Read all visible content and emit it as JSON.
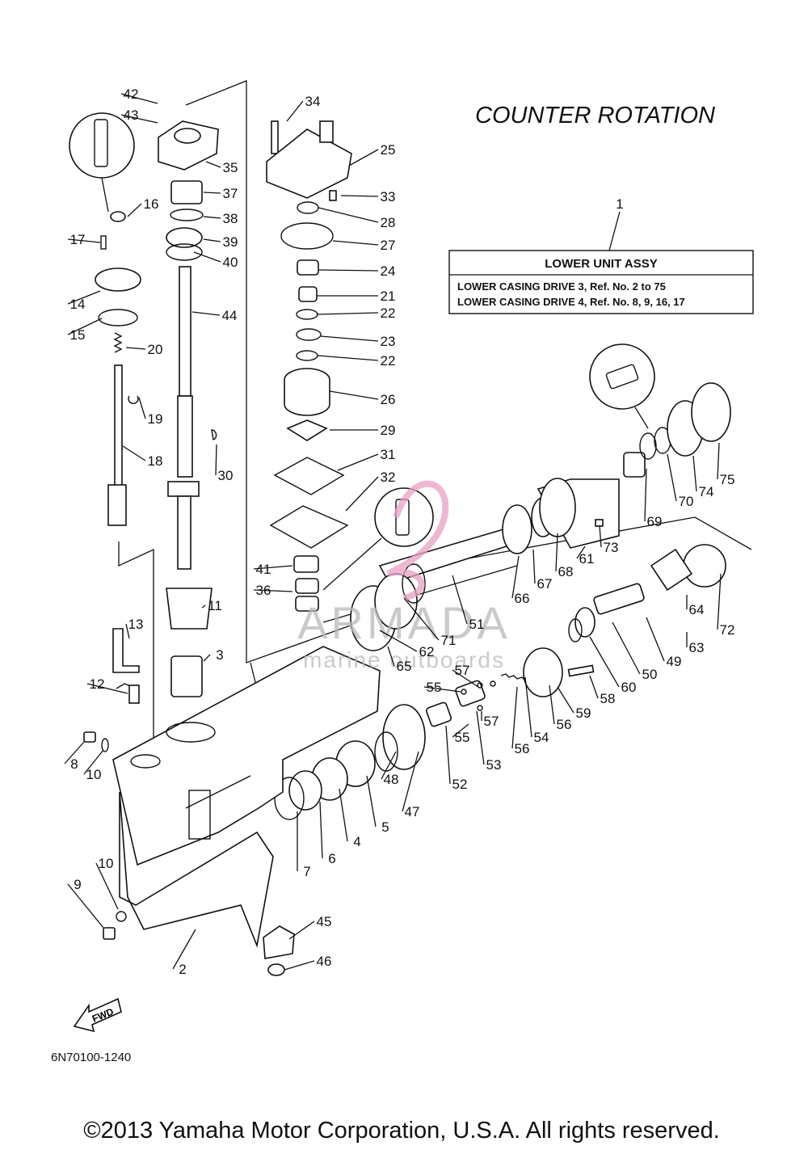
{
  "header": {
    "title": "COUNTER  ROTATION"
  },
  "assembly_box": {
    "ref": "1",
    "title": "LOWER UNIT ASSY",
    "line1": "LOWER CASING DRIVE 3, Ref. No. 2 to 75",
    "line2": "LOWER CASING DRIVE 4, Ref. No. 8, 9, 16, 17"
  },
  "callouts": [
    {
      "n": "42"
    },
    {
      "n": "43"
    },
    {
      "n": "35"
    },
    {
      "n": "37"
    },
    {
      "n": "38"
    },
    {
      "n": "39"
    },
    {
      "n": "40"
    },
    {
      "n": "44"
    },
    {
      "n": "16"
    },
    {
      "n": "17"
    },
    {
      "n": "14"
    },
    {
      "n": "15"
    },
    {
      "n": "20"
    },
    {
      "n": "19"
    },
    {
      "n": "18"
    },
    {
      "n": "30"
    },
    {
      "n": "34"
    },
    {
      "n": "25"
    },
    {
      "n": "33"
    },
    {
      "n": "28"
    },
    {
      "n": "27"
    },
    {
      "n": "24"
    },
    {
      "n": "21"
    },
    {
      "n": "22"
    },
    {
      "n": "23"
    },
    {
      "n": "22"
    },
    {
      "n": "26"
    },
    {
      "n": "29"
    },
    {
      "n": "31"
    },
    {
      "n": "32"
    },
    {
      "n": "41"
    },
    {
      "n": "36"
    },
    {
      "n": "11"
    },
    {
      "n": "3"
    },
    {
      "n": "13"
    },
    {
      "n": "12"
    },
    {
      "n": "8"
    },
    {
      "n": "10"
    },
    {
      "n": "75"
    },
    {
      "n": "74"
    },
    {
      "n": "70"
    },
    {
      "n": "69"
    },
    {
      "n": "73"
    },
    {
      "n": "61"
    },
    {
      "n": "68"
    },
    {
      "n": "67"
    },
    {
      "n": "66"
    },
    {
      "n": "51"
    },
    {
      "n": "71"
    },
    {
      "n": "62"
    },
    {
      "n": "65"
    },
    {
      "n": "72"
    },
    {
      "n": "64"
    },
    {
      "n": "63"
    },
    {
      "n": "49"
    },
    {
      "n": "50"
    },
    {
      "n": "60"
    },
    {
      "n": "58"
    },
    {
      "n": "59"
    },
    {
      "n": "56"
    },
    {
      "n": "54"
    },
    {
      "n": "56"
    },
    {
      "n": "57"
    },
    {
      "n": "55"
    },
    {
      "n": "57"
    },
    {
      "n": "55"
    },
    {
      "n": "53"
    },
    {
      "n": "52"
    },
    {
      "n": "48"
    },
    {
      "n": "47"
    },
    {
      "n": "5"
    },
    {
      "n": "4"
    },
    {
      "n": "6"
    },
    {
      "n": "7"
    },
    {
      "n": "10"
    },
    {
      "n": "9"
    },
    {
      "n": "2"
    },
    {
      "n": "45"
    },
    {
      "n": "46"
    }
  ],
  "fwd_label": "FWD",
  "diagram_code": "6N70100-1240",
  "watermark": {
    "brand": "ARMADA",
    "tagline": "marine outboards"
  },
  "copyright": "©2013 Yamaha Motor Corporation, U.S.A. All rights reserved.",
  "colors": {
    "ink": "#111111",
    "watermark_pink": "#e8a0c4",
    "watermark_gray": "#b9b9b9"
  }
}
